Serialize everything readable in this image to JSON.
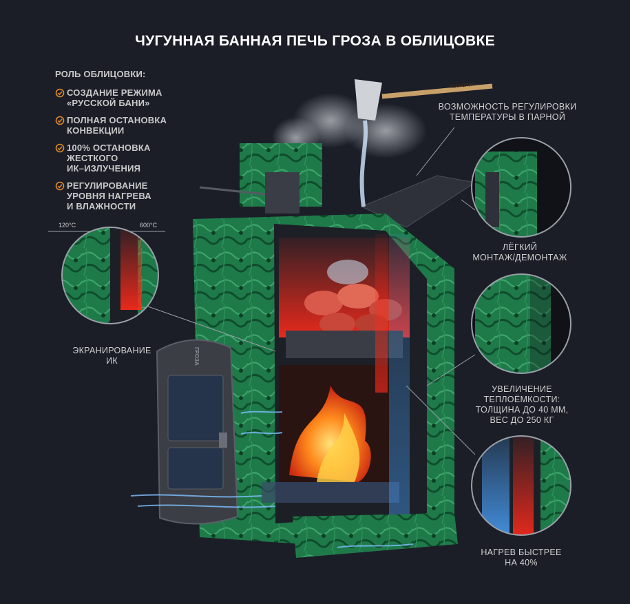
{
  "title": "ЧУГУННАЯ БАННАЯ ПЕЧЬ ГРОЗА В ОБЛИЦОВКЕ",
  "roles": {
    "heading": "РОЛЬ ОБЛИЦОВКИ:",
    "items": [
      "СОЗДАНИЕ РЕЖИМА\n«РУССКОЙ БАНИ»",
      "ПОЛНАЯ ОСТАНОВКА\nКОНВЕКЦИИ",
      "100% ОСТАНОВКА\nЖЕСТКОГО\nИК–ИЗЛУЧЕНИЯ",
      "РЕГУЛИРОВАНИЕ\nУРОВНЯ НАГРЕВА\nИ ВЛАЖНОСТИ"
    ]
  },
  "callouts": {
    "temperature_control": "ВОЗМОЖНОСТЬ РЕГУЛИРОВКИ\nТЕМПЕРАТУРЫ В ПАРНОЙ",
    "easy_install": "ЛЁГКИЙ\nМОНТАЖ/ДЕМОНТАЖ",
    "ir_shielding": "ЭКРАНИРОВАНИЕ\nИК",
    "heat_capacity": "УВЕЛИЧЕНИЕ\nТЕПЛОЁМКОСТИ:\nТОЛЩИНА ДО 40 ММ,\nВЕС ДО 250 КГ",
    "faster_heating": "НАГРЕВ БЫСТРЕЕ\nНА 40%"
  },
  "temps": {
    "outer": "120°C",
    "inner": "600°C"
  },
  "ladle_brand": "ТЕХНОЛИТ",
  "door_brand": "ГРОЗА",
  "colors": {
    "background": "#1b1e27",
    "check_icon": "#e08a2a",
    "stone": "#1f7a4a"
  }
}
